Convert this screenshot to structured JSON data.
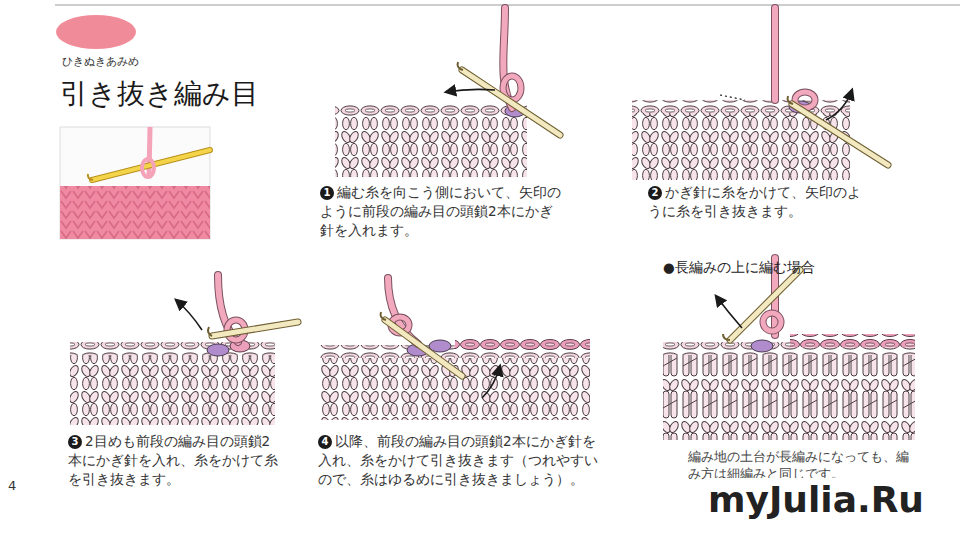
{
  "diagram": {
    "title": "引き抜き編み目",
    "labels": [
      "ひきぬきあみめ",
      "1",
      "編む糸を向こう側において、矢印のように前段の編み目の頭鎖2本にかぎ針を入れます。",
      "2",
      "かぎ針に糸をかけて、矢印のように糸を引き抜きます。",
      "3",
      "2目めも前段の編み目の頭鎖2本にかぎ針を入れ、糸をかけて糸を引き抜きます。",
      "4",
      "以降、前段の編み目の頭鎖2本にかぎ針を入れ、糸をかけて引き抜きます（つれやすいので、糸はゆるめに引き抜きましょう）。",
      "●長編みの上に編む場合",
      "編み地の土台が長編みになっても、編み方は細編みと同じです。",
      "4",
      "myJulia.Ru"
    ]
  }
}
